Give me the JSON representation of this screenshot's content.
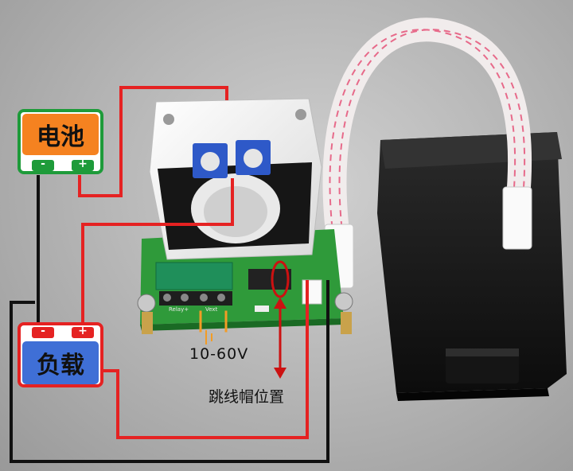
{
  "battery": {
    "label": "电池",
    "minus": "-",
    "plus": "+"
  },
  "load": {
    "label": "负载",
    "minus": "-",
    "plus": "+"
  },
  "voltage_label": "10-60V",
  "jumper_label": "跳线帽位置",
  "board": {
    "silk_relay": "Relay+",
    "silk_vext": "Vext"
  },
  "colors": {
    "wire_red": "#e52222",
    "wire_black": "#111111",
    "battery_fill": "#f58220",
    "battery_border": "#1e9b3a",
    "load_fill": "#3f6fd6",
    "load_border": "#e52222",
    "pcb": "#2f9a3a",
    "arrow": "#cc1111"
  },
  "icons": [
    "battery-icon",
    "load-icon",
    "current-sensor-icon",
    "ribbon-cable-icon",
    "display-meter-icon",
    "jumper-marker-icon"
  ]
}
